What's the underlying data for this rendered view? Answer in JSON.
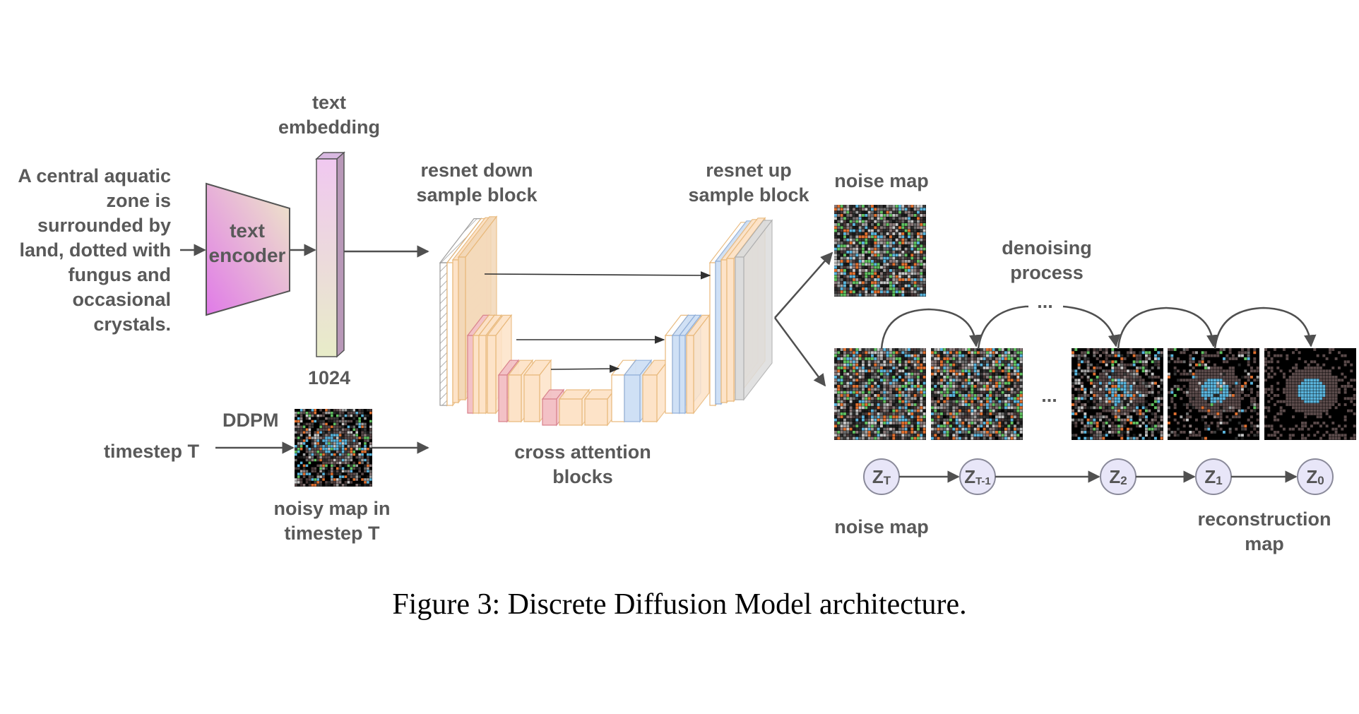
{
  "labels": {
    "prompt_lines": [
      "A central aquatic",
      "zone is",
      "surrounded by",
      "land, dotted with",
      "fungus and",
      "occasional",
      "crystals."
    ],
    "text_encoder_lines": [
      "text",
      "encoder"
    ],
    "text_embedding_lines": [
      "text",
      "embedding"
    ],
    "embedding_dim": "1024",
    "ddpm": "DDPM",
    "timestep": "timestep T",
    "noisy_map_lines": [
      "noisy map in",
      "timestep T"
    ],
    "resnet_down_lines": [
      "resnet down",
      "sample block"
    ],
    "resnet_up_lines": [
      "resnet up",
      "sample block"
    ],
    "cross_attention_lines": [
      "cross attention",
      "blocks"
    ],
    "noise_map_top": "noise map",
    "denoising_lines": [
      "denoising",
      "process"
    ],
    "ellipsis_top": "...",
    "ellipsis_mid": "...",
    "noise_map_bottom": "noise map",
    "reconstruction_lines": [
      "reconstruction",
      "map"
    ]
  },
  "latents": [
    {
      "base": "Z",
      "sub": "T"
    },
    {
      "base": "Z",
      "sub": "T-1"
    },
    {
      "base": "Z",
      "sub": "2"
    },
    {
      "base": "Z",
      "sub": "1"
    },
    {
      "base": "Z",
      "sub": "0"
    }
  ],
  "caption": "Figure 3: Discrete Diffusion Model architecture.",
  "colors": {
    "text_gray": "#595959",
    "arrow": "#505050",
    "latent_fill": "#e8e6f8",
    "latent_stroke": "#8a8a9a",
    "block_orange": "#fde3c8",
    "block_orange_edge": "#e8b87a",
    "block_pink": "#f3c1c6",
    "block_blue": "#cfe0f5",
    "block_gray": "#dcdcdc",
    "water": "#5ab4dc",
    "land": "#5a4a4a"
  }
}
